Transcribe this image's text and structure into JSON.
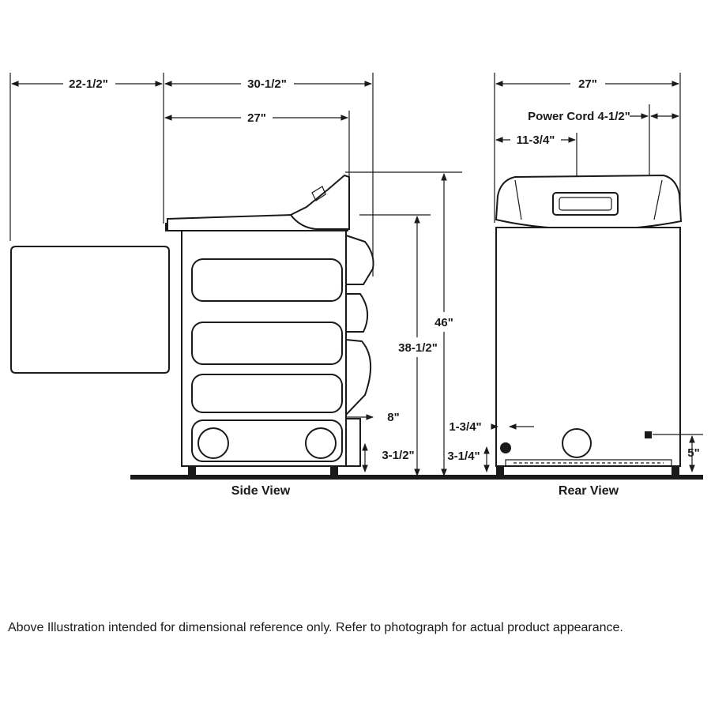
{
  "colors": {
    "ink": "#1a1a1a",
    "background": "#ffffff"
  },
  "side_view": {
    "title": "Side View",
    "dims": {
      "door_depth": "22-1/2\"",
      "overall_depth": "30-1/2\"",
      "cabinet_depth": "27\"",
      "overall_height": "46\"",
      "top_height": "38-1/2\"",
      "vent_offset": "8\"",
      "vent_height": "3-1/2\""
    }
  },
  "rear_view": {
    "title": "Rear View",
    "dims": {
      "width": "27\"",
      "power_cord": "Power Cord 4-1/2\"",
      "vent_offset": "11-3/4\"",
      "gas_offset": "1-3/4\"",
      "gas_height": "3-1/4\"",
      "cord_height": "5\""
    }
  },
  "footnote": "Above Illustration intended for dimensional reference only. Refer to photograph for actual product appearance."
}
